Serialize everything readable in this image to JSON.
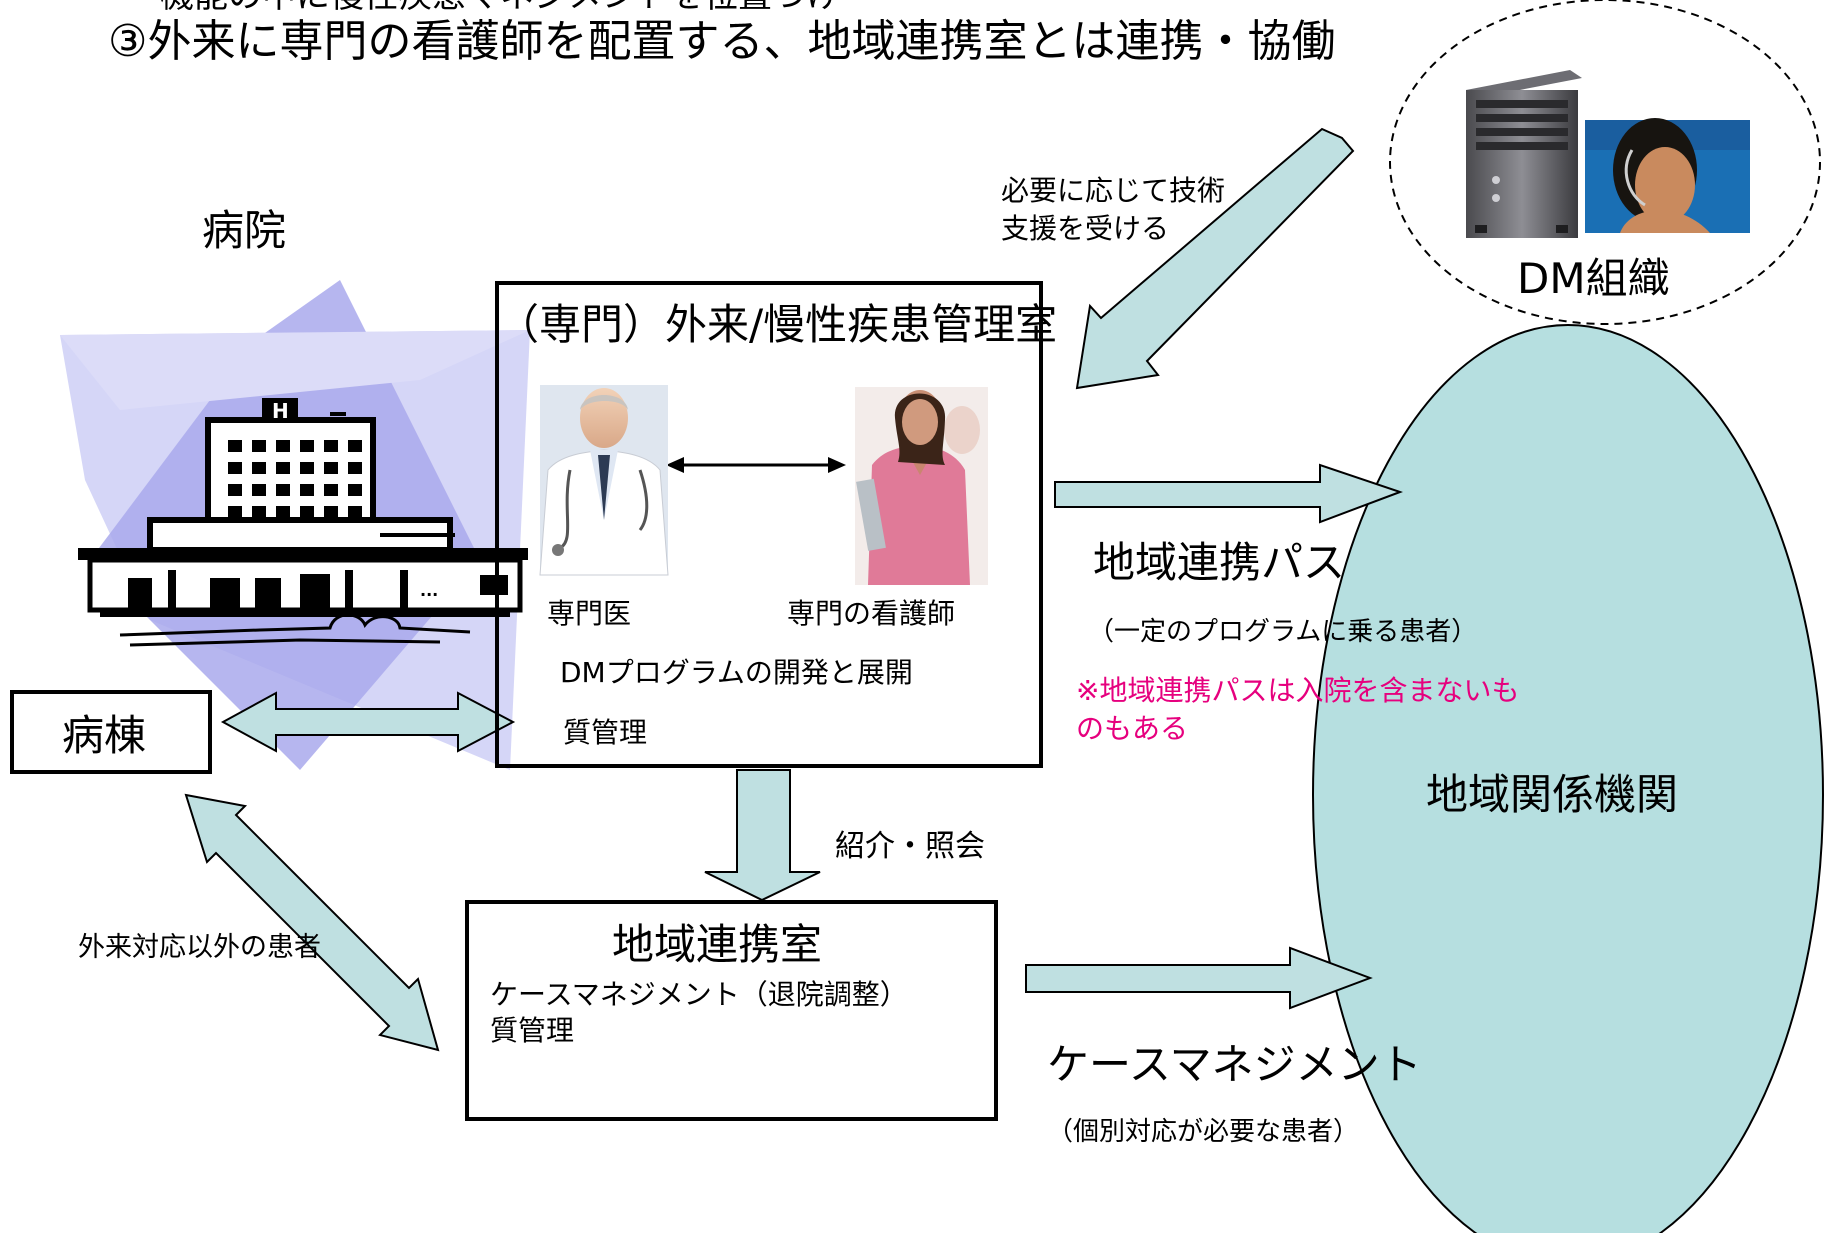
{
  "header": {
    "cut_line": "機能の中に慢性疾患マネジメントを位置づけ",
    "title": "③外来に専門の看護師を配置する、地域連携室とは連携・協働"
  },
  "hospital": {
    "label": "病院"
  },
  "ward": {
    "label": "病棟"
  },
  "dm_org": {
    "label": "DM組織"
  },
  "support_note": {
    "line1": "必要に応じて技術",
    "line2": "支援を受ける"
  },
  "outpatient_office": {
    "title": "（専門）外来/慢性疾患管理室",
    "doctor_label": "専門医",
    "nurse_label": "専門の看護師",
    "item1": "DMプログラムの開発と展開",
    "item2": "質管理"
  },
  "regional_path": {
    "label": "地域連携パス",
    "sub": "（一定のプログラムに乗る患者）",
    "note_line1": "※地域連携パスは入院を含まないも",
    "note_line2": "のもある"
  },
  "referral": {
    "label": "紹介・照会"
  },
  "regional_office": {
    "title": "地域連携室",
    "item1": "ケースマネジメント（退院調整）",
    "item2": "質管理"
  },
  "other_patients": {
    "label": "外来対応以外の患者"
  },
  "case_mgmt": {
    "label": "ケースマネジメント",
    "sub": "（個別対応が必要な患者）"
  },
  "regional_orgs": {
    "label": "地域関係機関"
  },
  "colors": {
    "arrow_fill": "#bfe0e1",
    "ellipse_fill": "#b6dfe0",
    "note_pink": "#e6007e",
    "hospital_bg": "#cfd0f5",
    "hospital_bg_dark": "#a6a6ea"
  }
}
